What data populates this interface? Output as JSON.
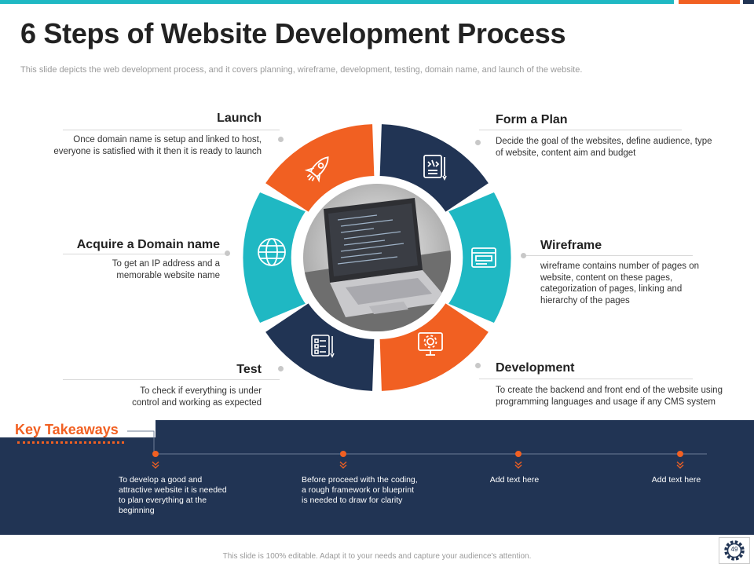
{
  "title": "6 Steps of Website Development Process",
  "subtitle": "This slide depicts the web development process, and it covers planning, wireframe, development, testing, domain name, and launch of the website.",
  "steps": [
    {
      "title": "Launch",
      "desc": "Once domain name is setup and linked to host, everyone is satisfied with it then it is ready to launch"
    },
    {
      "title": "Acquire a Domain name",
      "desc": "To get an IP address and a memorable website name"
    },
    {
      "title": "Test",
      "desc": "To check if everything is under control and working as expected"
    },
    {
      "title": "Form a Plan",
      "desc": "Decide the goal of the websites, define audience, type of website, content aim and budget"
    },
    {
      "title": "Wireframe",
      "desc": "wireframe contains number of pages on website, content on these pages, categorization of pages, linking and hierarchy of the pages"
    },
    {
      "title": "Development",
      "desc": "To create the backend and front end of the website using programming languages and usage if any CMS system"
    }
  ],
  "key_takeaways": {
    "title": "Key Takeaways",
    "items": [
      "To develop a good and attractive website it is needed to plan everything at the beginning",
      "Before proceed with the coding, a rough framework or blueprint is needed to draw for clarity",
      "Add text here",
      "Add text here"
    ]
  },
  "footer": "This slide is 100% editable. Adapt it to your needs and capture your audience's attention.",
  "page_number": "49",
  "colors": {
    "teal": "#1fb8c3",
    "orange": "#f16022",
    "navy": "#213454",
    "gray_line": "#d8d8d8"
  },
  "icons": [
    "rocket-icon",
    "globe-icon",
    "checklist-icon",
    "code-document-icon",
    "browser-window-icon",
    "monitor-gear-icon",
    "gear-icon"
  ]
}
